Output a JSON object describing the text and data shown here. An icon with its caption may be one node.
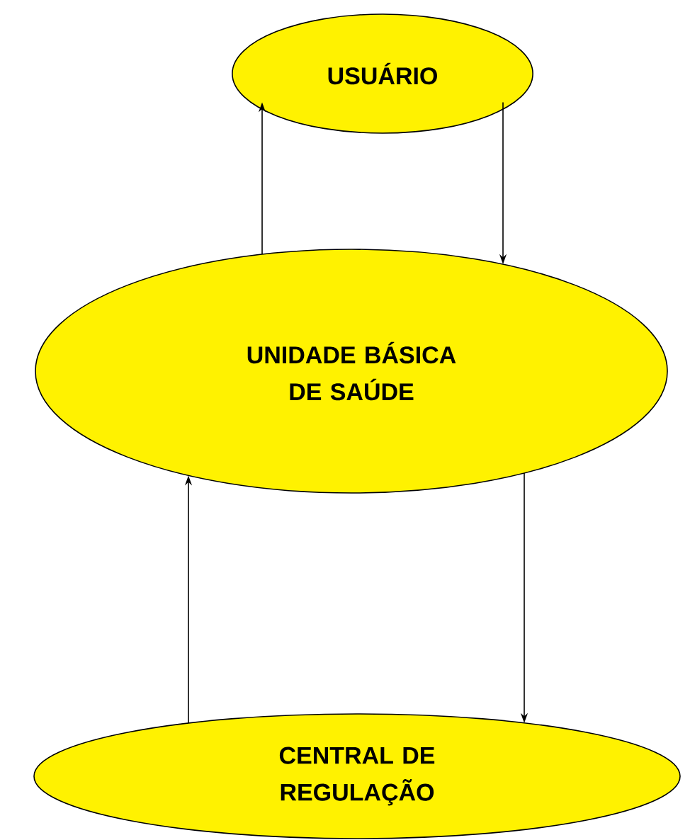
{
  "diagram": {
    "nodes": [
      {
        "text": [
          "USUÁRIO"
        ]
      },
      {
        "text": [
          "UNIDADE BÁSICA DE SAÚDE"
        ]
      },
      {
        "text": [
          "CENTRAL DE REGULAÇÃO"
        ]
      }
    ],
    "edges": [
      {
        "from": 1,
        "to": 0,
        "arrow": "to"
      },
      {
        "from": 0,
        "to": 1,
        "arrow": "to"
      },
      {
        "from": 2,
        "to": 1,
        "arrow": "to"
      },
      {
        "from": 1,
        "to": 2,
        "arrow": "to"
      }
    ]
  }
}
